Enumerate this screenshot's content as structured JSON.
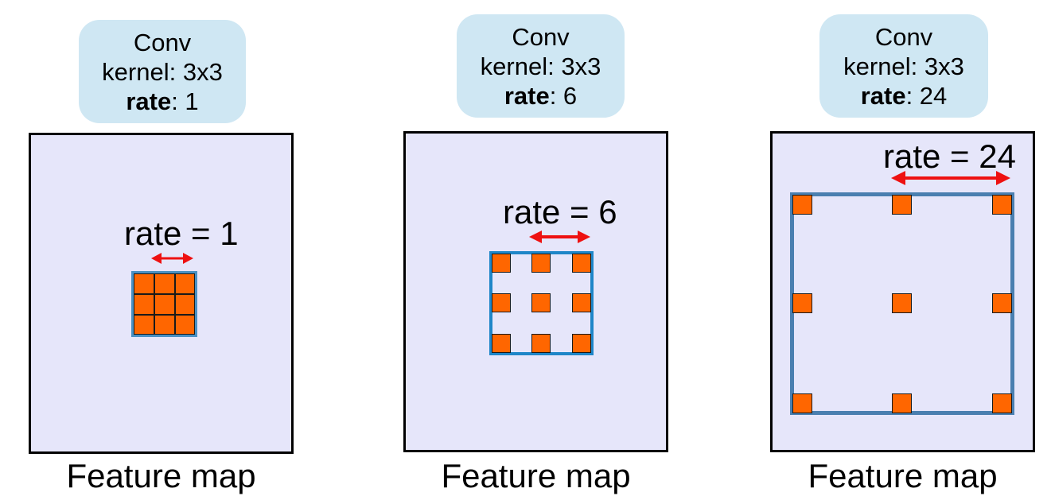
{
  "colors": {
    "conv_box": "#cfe7f3",
    "feature_map_fill": "#e6e6fa",
    "window_border_1": "#4a90c2",
    "window_border_6": "#1e86c8",
    "window_border_24": "#4a7fb0",
    "cell": "#ff6600",
    "arrow": "#ee1111"
  },
  "panels": [
    {
      "conv": {
        "title": "Conv",
        "kernel": "kernel: 3x3",
        "rate_key": "rate",
        "rate_value": ": 1"
      },
      "rate_label": "rate = 1",
      "feature_map_label": "Feature map"
    },
    {
      "conv": {
        "title": "Conv",
        "kernel": "kernel: 3x3",
        "rate_key": "rate",
        "rate_value": ": 6"
      },
      "rate_label": "rate = 6",
      "feature_map_label": "Feature map"
    },
    {
      "conv": {
        "title": "Conv",
        "kernel": "kernel: 3x3",
        "rate_key": "rate",
        "rate_value": ": 24"
      },
      "rate_label": "rate = 24",
      "feature_map_label": "Feature map"
    }
  ]
}
